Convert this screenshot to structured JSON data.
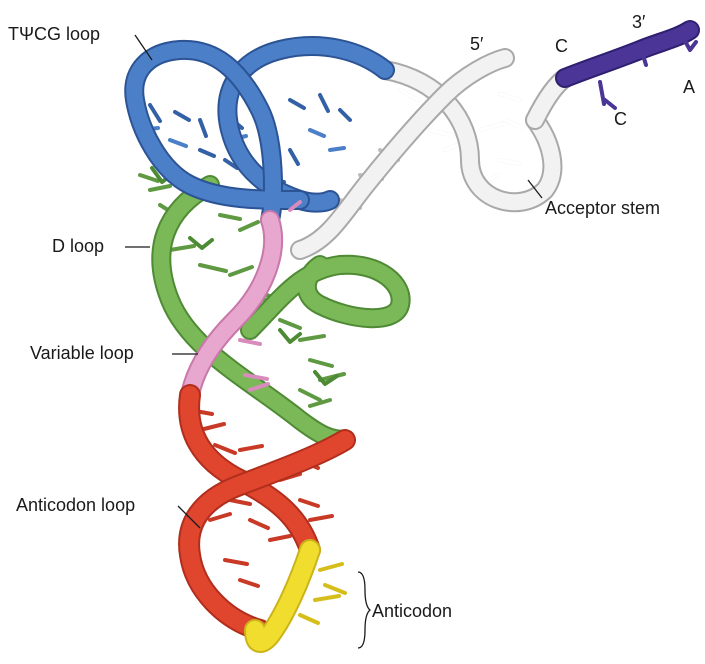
{
  "labels": {
    "tpsicg_loop": "TΨCG loop",
    "five_prime": "5′",
    "c_upper": "C",
    "three_prime": "3′",
    "a_end": "A",
    "c_lower": "C",
    "acceptor_stem": "Acceptor stem",
    "d_loop": "D loop",
    "variable_loop": "Variable loop",
    "anticodon_loop": "Anticodon loop",
    "anticodon": "Anticodon"
  },
  "colors": {
    "tpsicg_loop": "#3b6fb8",
    "acceptor_stem": "#f2f2f2",
    "cca_end": "#4b3596",
    "d_loop": "#7ab858",
    "variable_loop": "#e7a7cf",
    "anticodon_stem": "#e0452e",
    "anticodon": "#f1dd2e"
  }
}
